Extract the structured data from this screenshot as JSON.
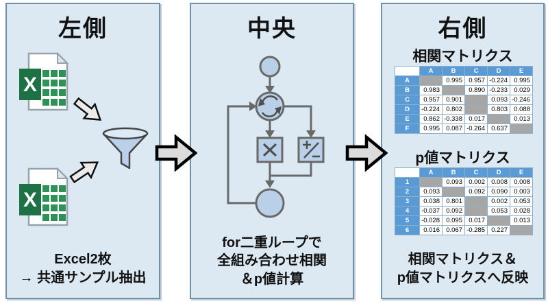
{
  "panels": {
    "left": {
      "title": "左側",
      "caption": {
        "line1": "Excel2枚",
        "line2": "→ 共通サンプル抽出"
      },
      "excel_letter": "X"
    },
    "center": {
      "title": "中央",
      "caption": {
        "line1": "for二重ループで",
        "line2": "全組み合わせ相関",
        "line3": "＆p値計算"
      }
    },
    "right": {
      "title": "右側",
      "correlation_table": {
        "title": "相関マトリクス",
        "col_headers": [
          "A",
          "B",
          "C",
          "D",
          "E"
        ],
        "row_headers": [
          "A",
          "B",
          "C",
          "D",
          "E",
          "F"
        ],
        "cells": [
          [
            "",
            "0.995",
            "0.957",
            "-0.224",
            "0.995"
          ],
          [
            "0.983",
            "",
            "0.890",
            "-0.233",
            "0.029"
          ],
          [
            "0.957",
            "0.901",
            "",
            "0.093",
            "-0.246"
          ],
          [
            "-0.224",
            "0.802",
            "",
            "0.803",
            "0.088"
          ],
          [
            "0.862",
            "-0.338",
            "0.017",
            "",
            "0.013"
          ],
          [
            "0.995",
            "0.087",
            "-0.264",
            "0.637",
            ""
          ]
        ]
      },
      "pvalue_table": {
        "title": "p値マトリクス",
        "col_headers": [
          "A",
          "B",
          "C",
          "D",
          "E"
        ],
        "row_headers": [
          "1",
          "2",
          "3",
          "4",
          "5",
          "6"
        ],
        "cells": [
          [
            "",
            "0.093",
            "0.002",
            "0.008",
            "0.008"
          ],
          [
            "0.093",
            "",
            "0.092",
            "0.090",
            "0.003"
          ],
          [
            "0.038",
            "0.801",
            "",
            "0.002",
            "0.053"
          ],
          [
            "-0.037",
            "0.092",
            "",
            "0.053",
            "0.028"
          ],
          [
            "-0.028",
            "0.095",
            "0.017",
            "",
            "0.013"
          ],
          [
            "0.016",
            "0.067",
            "-0.285",
            "0.227",
            ""
          ]
        ]
      },
      "caption": {
        "line1": "相関マトリクス＆",
        "line2": "p値マトリクスへ反映"
      }
    }
  },
  "icons": [
    "excel-file-icon",
    "funnel-icon",
    "arrow-icon",
    "loop-icon",
    "multiply-icon",
    "plus-minus-icon",
    "circle-node"
  ],
  "colors": {
    "panel_bg": "#dce9f3",
    "panel_border": "#6e90a8",
    "table_header_blue": "#5b9bd5",
    "diagonal_gray": "#a6a6a6",
    "excel_green": "#1e7145",
    "shape_fill": "#b9d0e8",
    "shape_stroke": "#696969",
    "big_arrow_fill": "#dcdcdc"
  }
}
